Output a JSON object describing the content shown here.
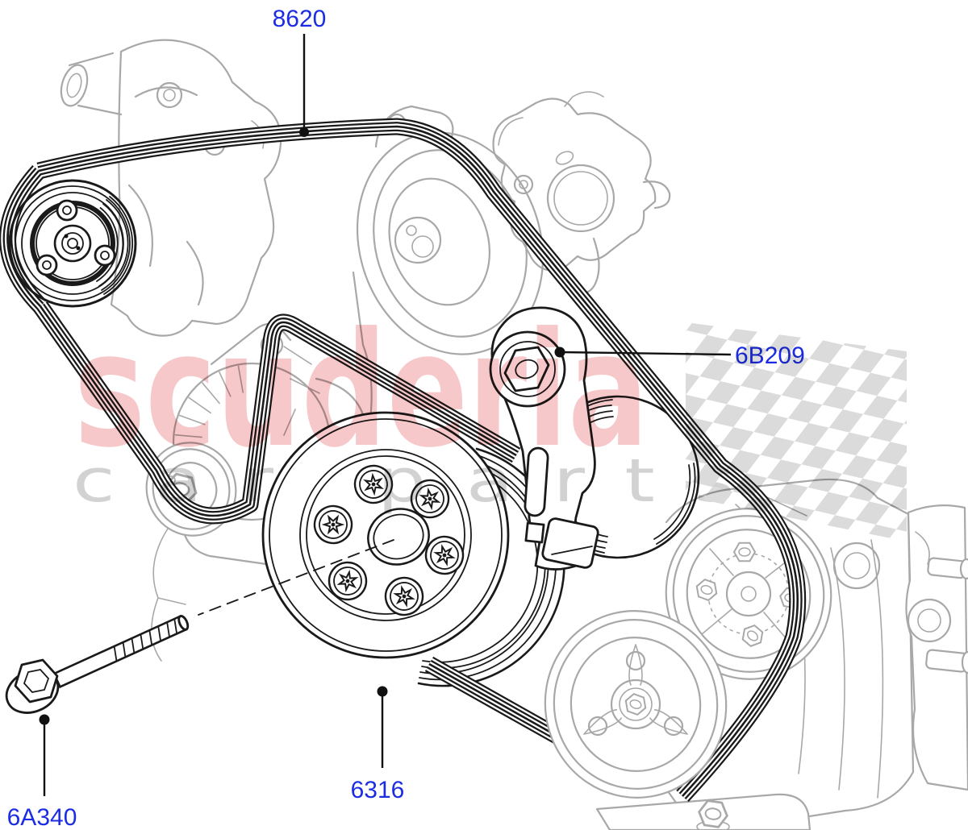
{
  "document": {
    "type": "engine-parts-diagram",
    "background": "#FFFFFF"
  },
  "callouts": {
    "belt": {
      "part_number": "8620"
    },
    "tensioner": {
      "part_number": "6B209"
    },
    "crankshaft_pulley": {
      "part_number": "6316"
    },
    "pulley_bolt": {
      "part_number": "6A340"
    }
  },
  "watermark": {
    "brand": "scuderia",
    "subtitle": "car parts"
  },
  "colors": {
    "part_label": "#1B2CE3",
    "line_art_black": "#1A1A1A",
    "line_art_gray": "#A8A8A8",
    "watermark_brand": "#F7C8CA",
    "watermark_subtitle": "#D2D2D2",
    "watermark_flag": "#DBDBDB"
  }
}
